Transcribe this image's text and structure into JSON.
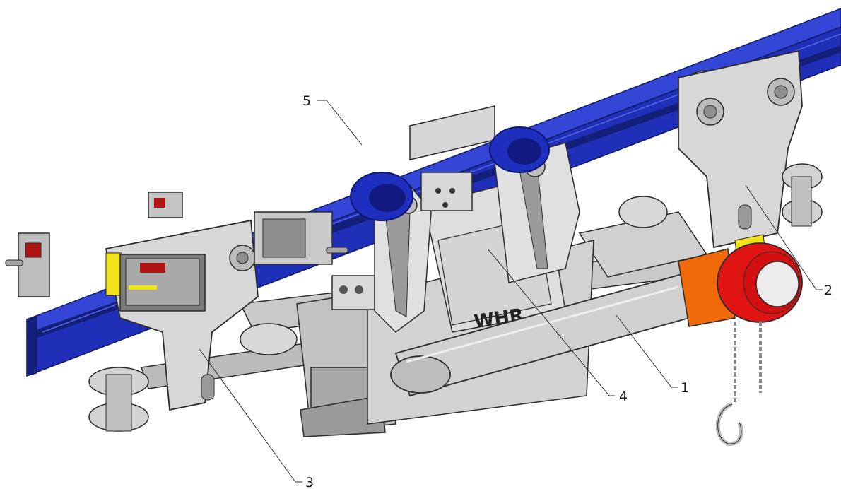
{
  "colors": {
    "background": "#ffffff",
    "rail": "#1f2fb8",
    "rail_dark": "#141f7a",
    "rail_light": "#3446d6",
    "steel": "#cfcfcf",
    "steel_dark": "#8a8a8a",
    "steel_light": "#e4e4e4",
    "outline": "#2b2b2b",
    "hoist_red": "#e11414",
    "hoist_orange": "#f06a0a",
    "accent_yellow": "#f2e21a",
    "wheel_blue": "#1e2fc0"
  },
  "brand_label": "WHR",
  "callouts": [
    {
      "id": "callout-1",
      "label": "1"
    },
    {
      "id": "callout-2",
      "label": "2"
    },
    {
      "id": "callout-3",
      "label": "3"
    },
    {
      "id": "callout-4",
      "label": "4"
    },
    {
      "id": "callout-5",
      "label": "5"
    }
  ]
}
